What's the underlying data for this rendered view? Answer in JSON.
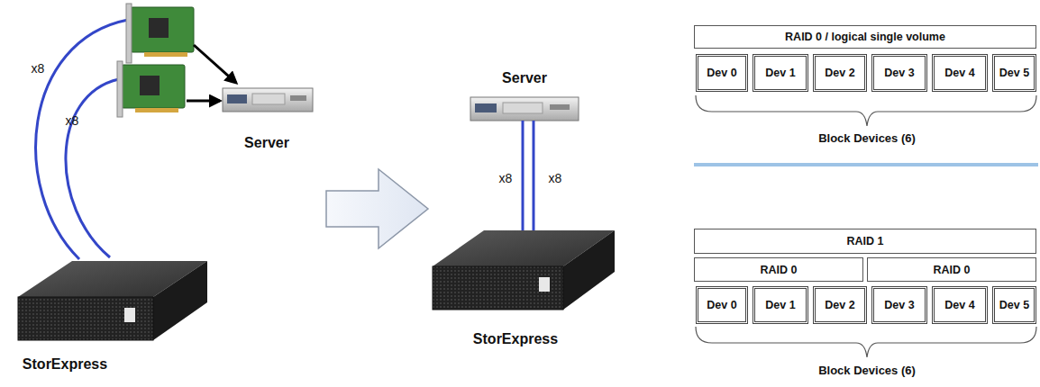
{
  "diagram": {
    "nodes": [
      {
        "text": [
          "RAID 0 / logical single volume"
        ]
      },
      {
        "text": [
          "Dev 0"
        ]
      },
      {
        "text": [
          "Dev 1"
        ]
      },
      {
        "text": [
          "Dev 2"
        ]
      },
      {
        "text": [
          "Dev 3"
        ]
      },
      {
        "text": [
          "Dev 4"
        ]
      },
      {
        "text": [
          "Dev 5"
        ]
      },
      {
        "text": [
          "RAID 1"
        ]
      },
      {
        "text": [
          "RAID 0"
        ]
      },
      {
        "text": [
          "RAID 0"
        ]
      },
      {
        "text": [
          "Dev 0"
        ]
      },
      {
        "text": [
          "Dev 1"
        ]
      },
      {
        "text": [
          "Dev 2"
        ]
      },
      {
        "text": [
          "Dev 3"
        ]
      },
      {
        "text": [
          "Dev 4"
        ]
      },
      {
        "text": [
          "Dev 5"
        ]
      }
    ],
    "labels": [
      "x8",
      "x8",
      "Server",
      "Server",
      "x8",
      "x8",
      "StorExpress",
      "StorExpress",
      "Block Devices (6)",
      "Block Devices (6)"
    ]
  }
}
